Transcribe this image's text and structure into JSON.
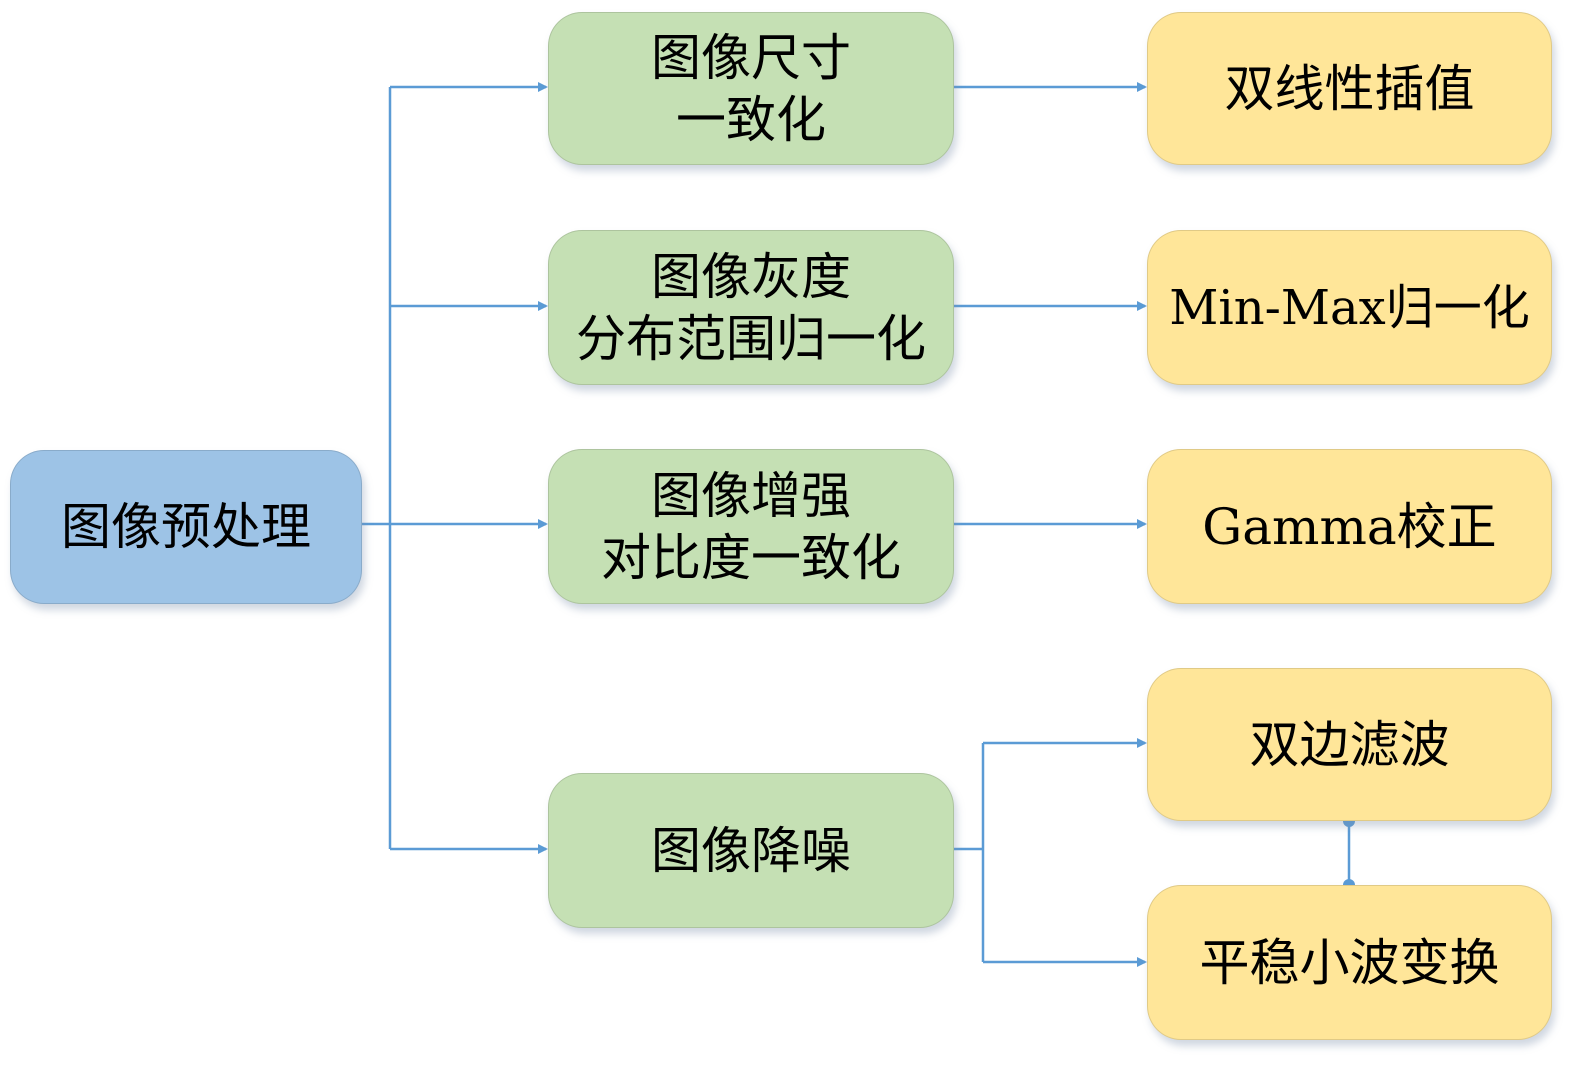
{
  "diagram": {
    "type": "tree-flowchart",
    "colors": {
      "root": "#9dc3e6",
      "step": "#c5e0b4",
      "method": "#ffe699",
      "connector": "#5b9bd5"
    },
    "root": {
      "label": "图像预处理"
    },
    "steps": [
      {
        "lines": [
          "图像尺寸",
          "一致化"
        ]
      },
      {
        "lines": [
          "图像灰度",
          "分布范围归一化"
        ]
      },
      {
        "lines": [
          "图像增强",
          "对比度一致化"
        ]
      },
      {
        "lines": [
          "图像降噪"
        ]
      }
    ],
    "methods": [
      {
        "label": "双线性插值",
        "step": 0
      },
      {
        "label": "Min-Max归一化",
        "step": 1
      },
      {
        "label": "Gamma校正",
        "step": 2
      },
      {
        "label": "双边滤波",
        "step": 3
      },
      {
        "label": "平稳小波变换",
        "step": 3
      }
    ],
    "edges": [
      {
        "from": "root",
        "to": "step-0"
      },
      {
        "from": "root",
        "to": "step-1"
      },
      {
        "from": "root",
        "to": "step-2"
      },
      {
        "from": "root",
        "to": "step-3"
      },
      {
        "from": "step-0",
        "to": "method-0"
      },
      {
        "from": "step-1",
        "to": "method-1"
      },
      {
        "from": "step-2",
        "to": "method-2"
      },
      {
        "from": "step-3",
        "to": "method-3"
      },
      {
        "from": "step-3",
        "to": "method-4"
      },
      {
        "from": "method-3",
        "to": "method-4",
        "style": "dot-link"
      }
    ]
  }
}
